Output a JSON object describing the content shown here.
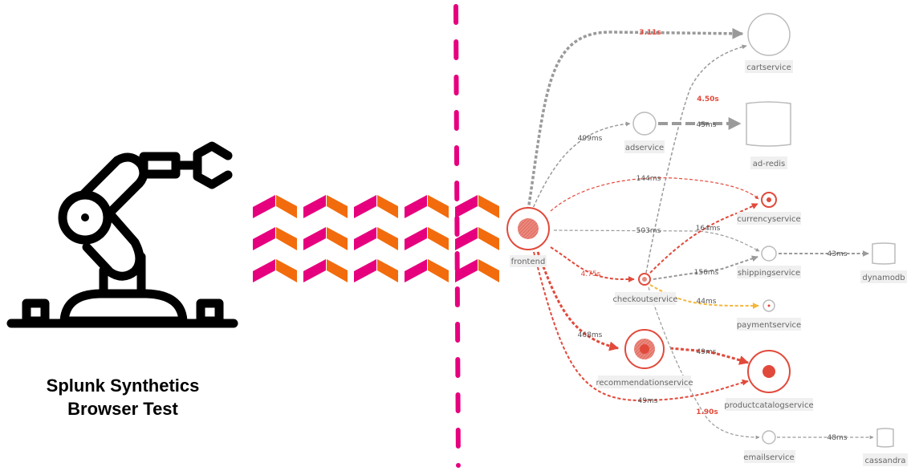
{
  "caption": {
    "line1": "Splunk Synthetics",
    "line2": "Browser Test"
  },
  "colors": {
    "pink": "#e6007e",
    "orange": "#f26c0d",
    "error_red": "#e14a3b",
    "grey_edge": "#9a9a9a",
    "yellow_edge": "#f4b63a",
    "label_bg": "#f0f0f0"
  },
  "icons": {
    "robot": "robotic-arm-icon",
    "chevrons": "chevron-up-icon"
  },
  "service_map": {
    "nodes": [
      {
        "id": "frontend",
        "label": "frontend",
        "status": "error"
      },
      {
        "id": "cartservice",
        "label": "cartservice",
        "status": "ok"
      },
      {
        "id": "adservice",
        "label": "adservice",
        "status": "ok"
      },
      {
        "id": "ad-redis",
        "label": "ad-redis",
        "type": "database",
        "status": "ok"
      },
      {
        "id": "currencyservice",
        "label": "currencyservice",
        "status": "error"
      },
      {
        "id": "shippingservice",
        "label": "shippingservice",
        "status": "ok"
      },
      {
        "id": "dynamodb",
        "label": "dynamodb",
        "type": "database",
        "status": "ok"
      },
      {
        "id": "checkoutservice",
        "label": "checkoutservice",
        "status": "error"
      },
      {
        "id": "paymentservice",
        "label": "paymentservice",
        "status": "ok"
      },
      {
        "id": "recommendationservice",
        "label": "recommendationservice",
        "status": "error"
      },
      {
        "id": "productcatalogservice",
        "label": "productcatalogservice",
        "status": "error"
      },
      {
        "id": "emailservice",
        "label": "emailservice",
        "status": "ok"
      },
      {
        "id": "cassandra",
        "label": "cassandra",
        "type": "database",
        "status": "ok"
      }
    ],
    "edges": [
      {
        "from": "frontend",
        "to": "cartservice",
        "latency": "3.11s",
        "highlight": true
      },
      {
        "from": "checkoutservice",
        "to": "cartservice",
        "latency": "4.50s",
        "highlight": true
      },
      {
        "from": "frontend",
        "to": "adservice",
        "latency": "499ms"
      },
      {
        "from": "adservice",
        "to": "ad-redis",
        "latency": "45ms"
      },
      {
        "from": "frontend",
        "to": "currencyservice",
        "latency": "144ms"
      },
      {
        "from": "frontend",
        "to": "shippingservice",
        "latency": "503ms"
      },
      {
        "from": "checkoutservice",
        "to": "currencyservice",
        "latency": "164ms"
      },
      {
        "from": "checkoutservice",
        "to": "shippingservice",
        "latency": "156ms"
      },
      {
        "from": "shippingservice",
        "to": "dynamodb",
        "latency": "43ms"
      },
      {
        "from": "frontend",
        "to": "checkoutservice",
        "latency": "4.75s"
      },
      {
        "from": "checkoutservice",
        "to": "paymentservice",
        "latency": "44ms"
      },
      {
        "from": "frontend",
        "to": "recommendationservice",
        "latency": "468ms"
      },
      {
        "from": "recommendationservice",
        "to": "productcatalogservice",
        "latency": "49ms"
      },
      {
        "from": "frontend",
        "to": "productcatalogservice",
        "latency": "49ms"
      },
      {
        "from": "checkoutservice",
        "to": "emailservice",
        "latency": "1.90s",
        "highlight": true
      },
      {
        "from": "emailservice",
        "to": "cassandra",
        "latency": "48ms"
      }
    ]
  }
}
